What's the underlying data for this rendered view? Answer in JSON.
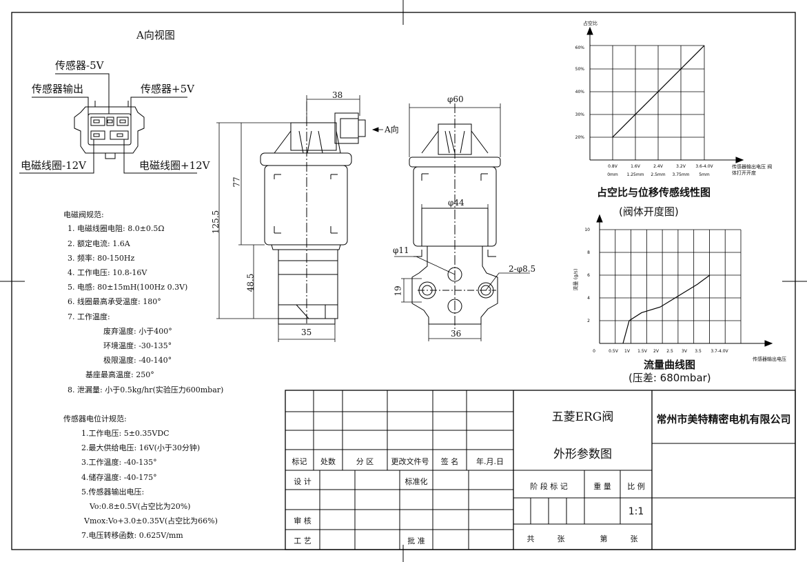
{
  "view": {
    "title": "A向视图",
    "sensor_minus": "传感器-5V",
    "sensor_out": "传感器输出",
    "sensor_plus": "传感器+5V",
    "coil_minus": "电磁线圈-12V",
    "coil_plus": "电磁线圈+12V"
  },
  "dims": {
    "d38": "38",
    "d77": "77",
    "d125": "125.5",
    "d48": "48.5",
    "d35": "35",
    "d60": "φ60",
    "d44": "φ44",
    "d11": "φ11",
    "d85": "2-φ8.5",
    "d19": "19",
    "d36": "36",
    "direction": "A向"
  },
  "solenoid_spec": {
    "title": "电磁阀规范:",
    "items": [
      "1. 电磁线圈电阻: 8.0±0.5Ω",
      "2. 额定电流: 1.6A",
      "3. 频率: 80-150Hz",
      "4. 工作电压: 10.8-16V",
      "5. 电感: 80±15mH(100Hz 0.3V)",
      "6. 线圈最高承受温度: 180°",
      "7. 工作温度:",
      "废弃温度: 小于400°",
      "环境温度: -30-135°",
      "极限温度: -40-140°",
      "基座最高温度: 250°",
      "8. 泄漏量: 小于0.5kg/hr(实验压力600mbar)"
    ]
  },
  "sensor_spec": {
    "title": "传感器电位计规范:",
    "items": [
      "1.工作电压: 5±0.35VDC",
      "2.最大供给电压: 16V(小于30分钟)",
      "3.工作温度: -40-135°",
      "4.储存温度: -40-175°",
      "5.传感器输出电压:",
      "Vo:0.8±0.5V(占空比为20%)",
      "Vmox:Vo+3.0±0.35V(占空比为66%)",
      "7.电压转移函数: 0.625V/mm"
    ]
  },
  "chart_data": [
    {
      "type": "line",
      "title": "占空比与位移传感线性图",
      "subtitle": "(阀体开度图)",
      "ylabel": "占空比",
      "xlabel": "传感器输出电压 阀体打开开度",
      "x_ticks": [
        "0.8V",
        "1.6V",
        "2.4V",
        "3.2V",
        "3.6-4.0V"
      ],
      "x_ticks2": [
        "0mm",
        "1.25mm",
        "2.5mm",
        "3.75mm",
        "5mm"
      ],
      "y_ticks": [
        "20%",
        "30%",
        "40%",
        "50%",
        "60%"
      ],
      "x": [
        0.8,
        1.6,
        2.4,
        3.2,
        4.0
      ],
      "y": [
        20,
        30,
        40,
        50,
        60
      ],
      "grid": true
    },
    {
      "type": "line",
      "title": "流量曲线图",
      "subtitle": "(压差: 680mbar)",
      "ylabel": "流量 (g/s)",
      "xlabel": "传感器输出电压",
      "x_ticks": [
        "0",
        "0.5V",
        "1V",
        "1.5V",
        "2V",
        "2.5",
        "3V",
        "3.5",
        "3.7-4.0V"
      ],
      "y_ticks": [
        "2",
        "4",
        "6",
        "8",
        "10"
      ],
      "x": [
        0.5,
        0.75,
        1.25,
        2.0,
        2.75,
        3.5,
        4.0
      ],
      "y": [
        0.0,
        2.0,
        2.7,
        3.2,
        4.2,
        5.2,
        6.0
      ],
      "ylim": [
        0,
        10
      ],
      "grid": true
    }
  ],
  "title_block": {
    "row_labels": [
      "标记",
      "处数",
      "分 区",
      "更改文件号",
      "签 名",
      "年.月.日"
    ],
    "design": "设 计",
    "standard": "标准化",
    "review": "审 核",
    "craft": "工 艺",
    "approve": "批 准",
    "drawing_name1": "五菱ERG阀",
    "drawing_name2": "外形参数图",
    "stage": "阶 段 标 记",
    "weight": "重 量",
    "scale_label": "比 例",
    "scale": "1:1",
    "total": "共",
    "sheets1": "张",
    "page": "第",
    "sheets2": "张",
    "company": "常州市美特精密电机有限公司"
  }
}
